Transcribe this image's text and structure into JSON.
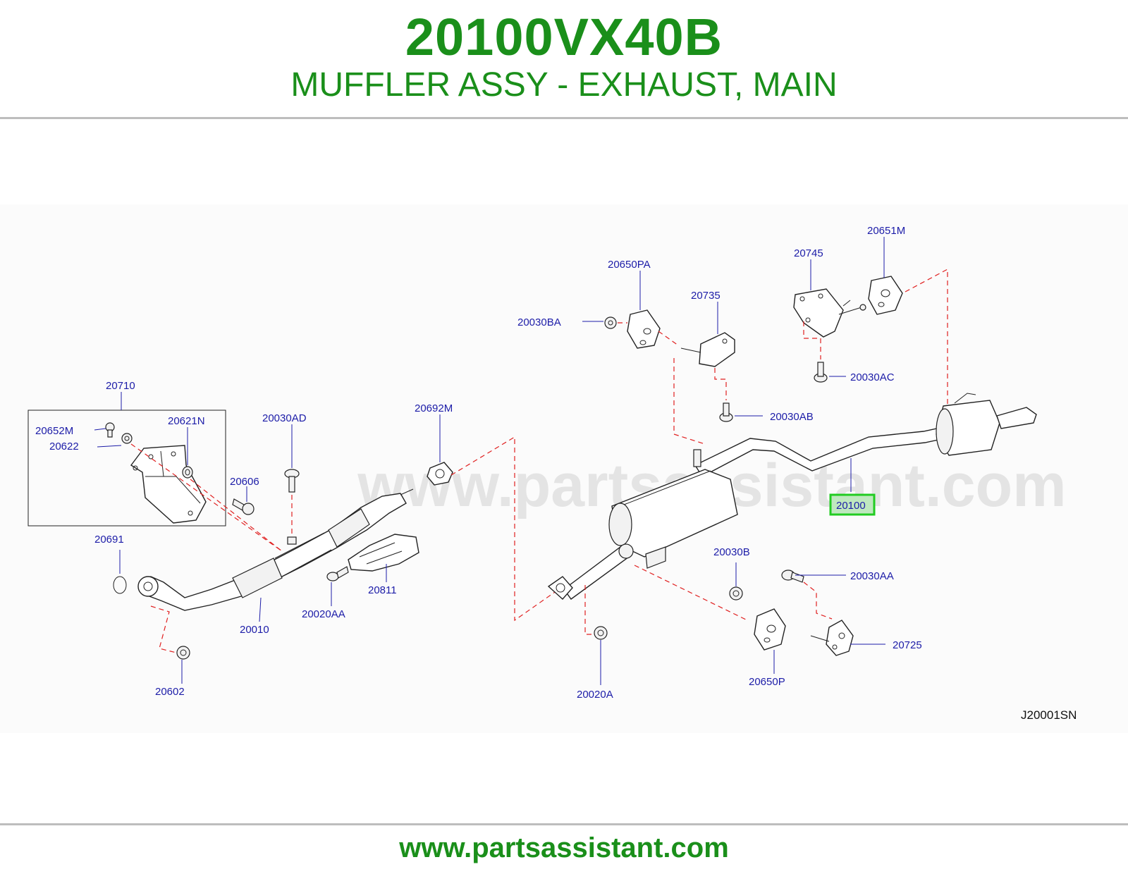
{
  "header": {
    "part_number": "20100VX40B",
    "description": "MUFFLER ASSY - EXHAUST, MAIN"
  },
  "diagram": {
    "watermark": "www.partsassistant.com",
    "drawing_code": "J20001SN",
    "highlighted_callout": "20100",
    "callouts": {
      "c20710": "20710",
      "c20652M": "20652M",
      "c20622": "20622",
      "c20621N": "20621N",
      "c20606": "20606",
      "c20691": "20691",
      "c20030AD": "20030AD",
      "c20692M": "20692M",
      "c20010": "20010",
      "c20020AA": "20020AA",
      "c20811": "20811",
      "c20602": "20602",
      "c20030BA": "20030BA",
      "c20650PA": "20650PA",
      "c20735": "20735",
      "c20745": "20745",
      "c20651M": "20651M",
      "c20030AC": "20030AC",
      "c20030AB": "20030AB",
      "c20100": "20100",
      "c20030B": "20030B",
      "c20030AA": "20030AA",
      "c20725": "20725",
      "c20650P": "20650P",
      "c20020A": "20020A"
    }
  },
  "footer": {
    "url": "www.partsassistant.com"
  },
  "colors": {
    "brand_green": "#1a8f1a",
    "callout_blue": "#1c1ca8",
    "dashed_red": "#e02020",
    "highlight_box": "#22cc22"
  }
}
